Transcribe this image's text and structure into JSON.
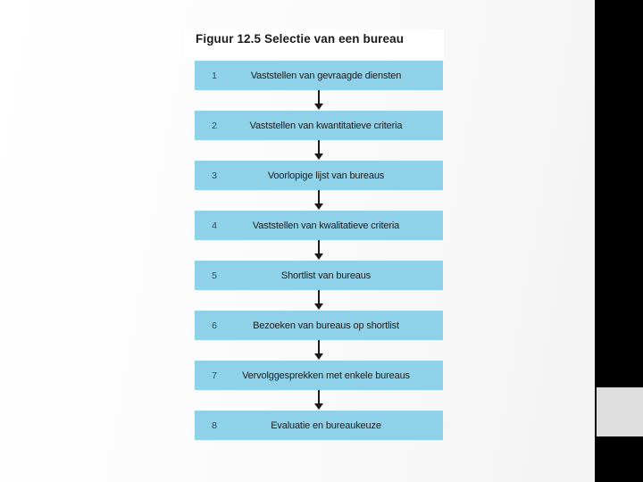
{
  "slide": {
    "figure_title": "Figuur 12.5  Selectie van een bureau",
    "background_color": "#ffffff",
    "accent_color": "#8ed1e8",
    "band_color": "#000000",
    "band_gray_color": "#dedede"
  },
  "flow": {
    "type": "vertical-flowchart",
    "connector_icon": "down-arrow-icon",
    "steps": [
      {
        "number": "1",
        "label": "Vaststellen van gevraagde diensten"
      },
      {
        "number": "2",
        "label": "Vaststellen van kwantitatieve criteria"
      },
      {
        "number": "3",
        "label": "Voorlopige lijst van bureaus"
      },
      {
        "number": "4",
        "label": "Vaststellen van kwalitatieve criteria"
      },
      {
        "number": "5",
        "label": "Shortlist van bureaus"
      },
      {
        "number": "6",
        "label": "Bezoeken van bureaus op shortlist"
      },
      {
        "number": "7",
        "label": "Vervolggesprekken met enkele bureaus"
      },
      {
        "number": "8",
        "label": "Evaluatie en bureaukeuze"
      }
    ]
  }
}
